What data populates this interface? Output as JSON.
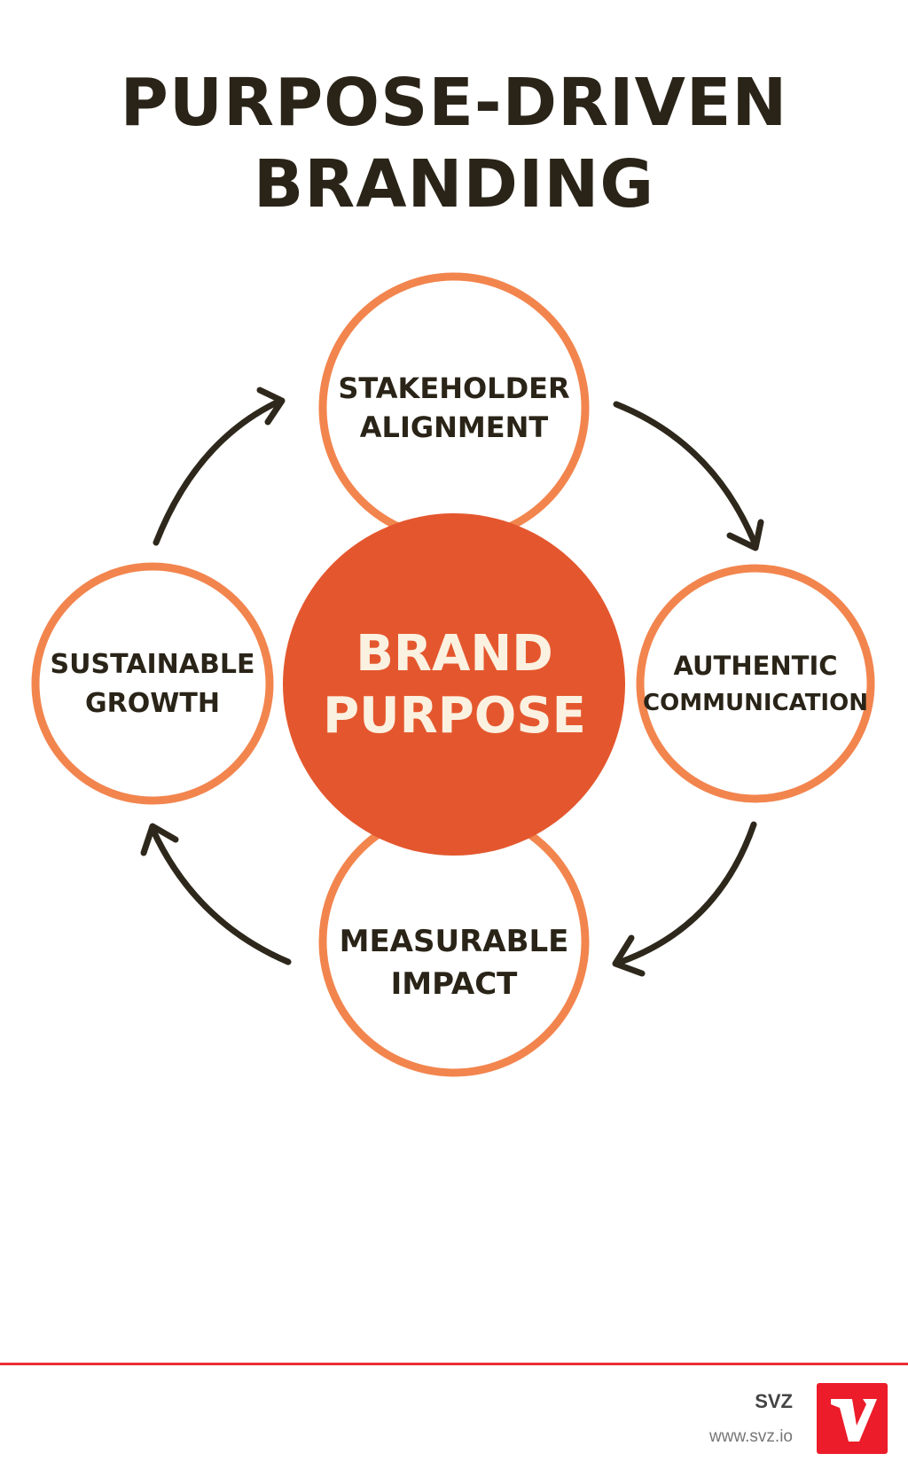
{
  "title": {
    "line1": "PURPOSE-DRIVEN",
    "line2": "BRANDING"
  },
  "center": {
    "line1": "BRAND",
    "line2": "PURPOSE"
  },
  "nodes": {
    "top": {
      "line1": "STAKEHOLDER",
      "line2": "ALIGNMENT"
    },
    "right": {
      "line1": "AUTHENTIC",
      "line2": "COMMUNICATION"
    },
    "bottom": {
      "line1": "MEASURABLE",
      "line2": "IMPACT"
    },
    "left": {
      "line1": "SUSTAINABLE",
      "line2": "GROWTH"
    }
  },
  "footer": {
    "brand": "SVZ",
    "url": "www.svz.io"
  },
  "colors": {
    "ring": "#f2854e",
    "center_fill": "#e4572e",
    "arrow": "#2e281c",
    "footer_accent": "#ec2e36"
  }
}
